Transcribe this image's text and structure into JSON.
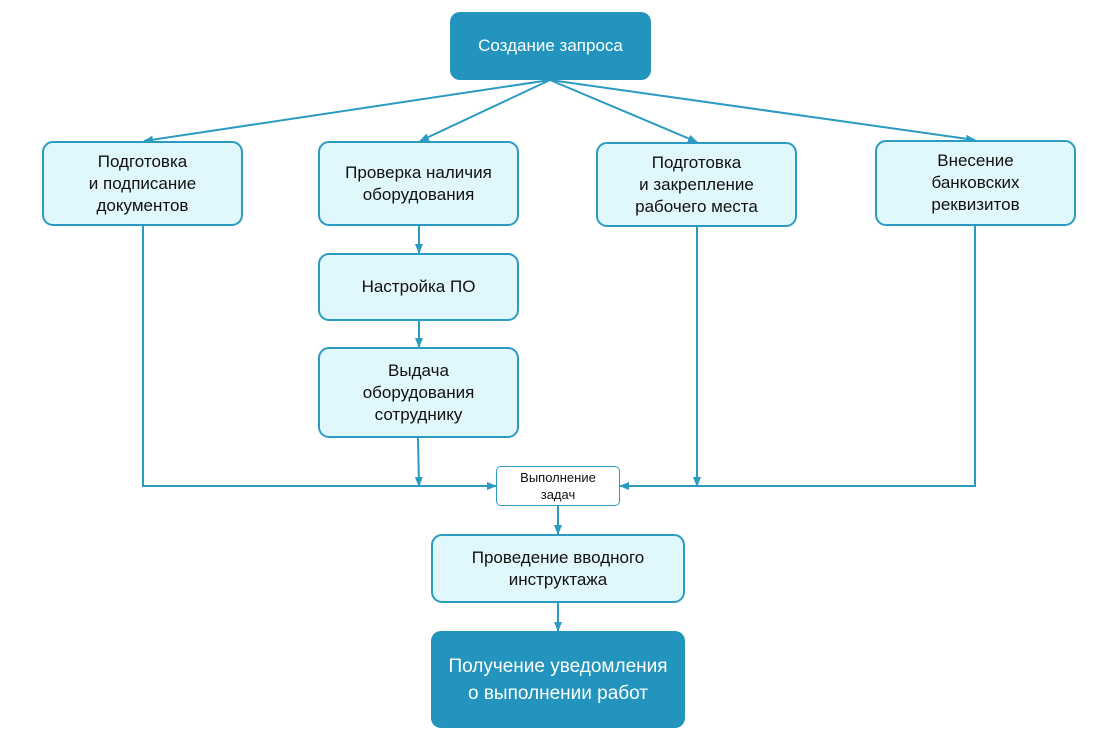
{
  "diagram": {
    "colors": {
      "line": "#2c9bc2",
      "node_fill_light": "#e0f7fb",
      "node_fill_dark": "#2294bd",
      "node_border": "#2c9bc2"
    },
    "nodes": {
      "start": "Создание запроса",
      "docs": "Подготовка\nи подписание\nдокументов",
      "check": "Проверка наличия\nоборудования",
      "workplace": "Подготовка\nи закрепление\nрабочего места",
      "bank": "Внесение\nбанковских\nреквизитов",
      "software": "Настройка ПО",
      "issue": "Выдача\nоборудования\nсотруднику",
      "tasks": "Выполнение\nзадач",
      "briefing": "Проведение вводного\nинструктажа",
      "final": "Получение уведомления\nо выполнении работ"
    }
  }
}
